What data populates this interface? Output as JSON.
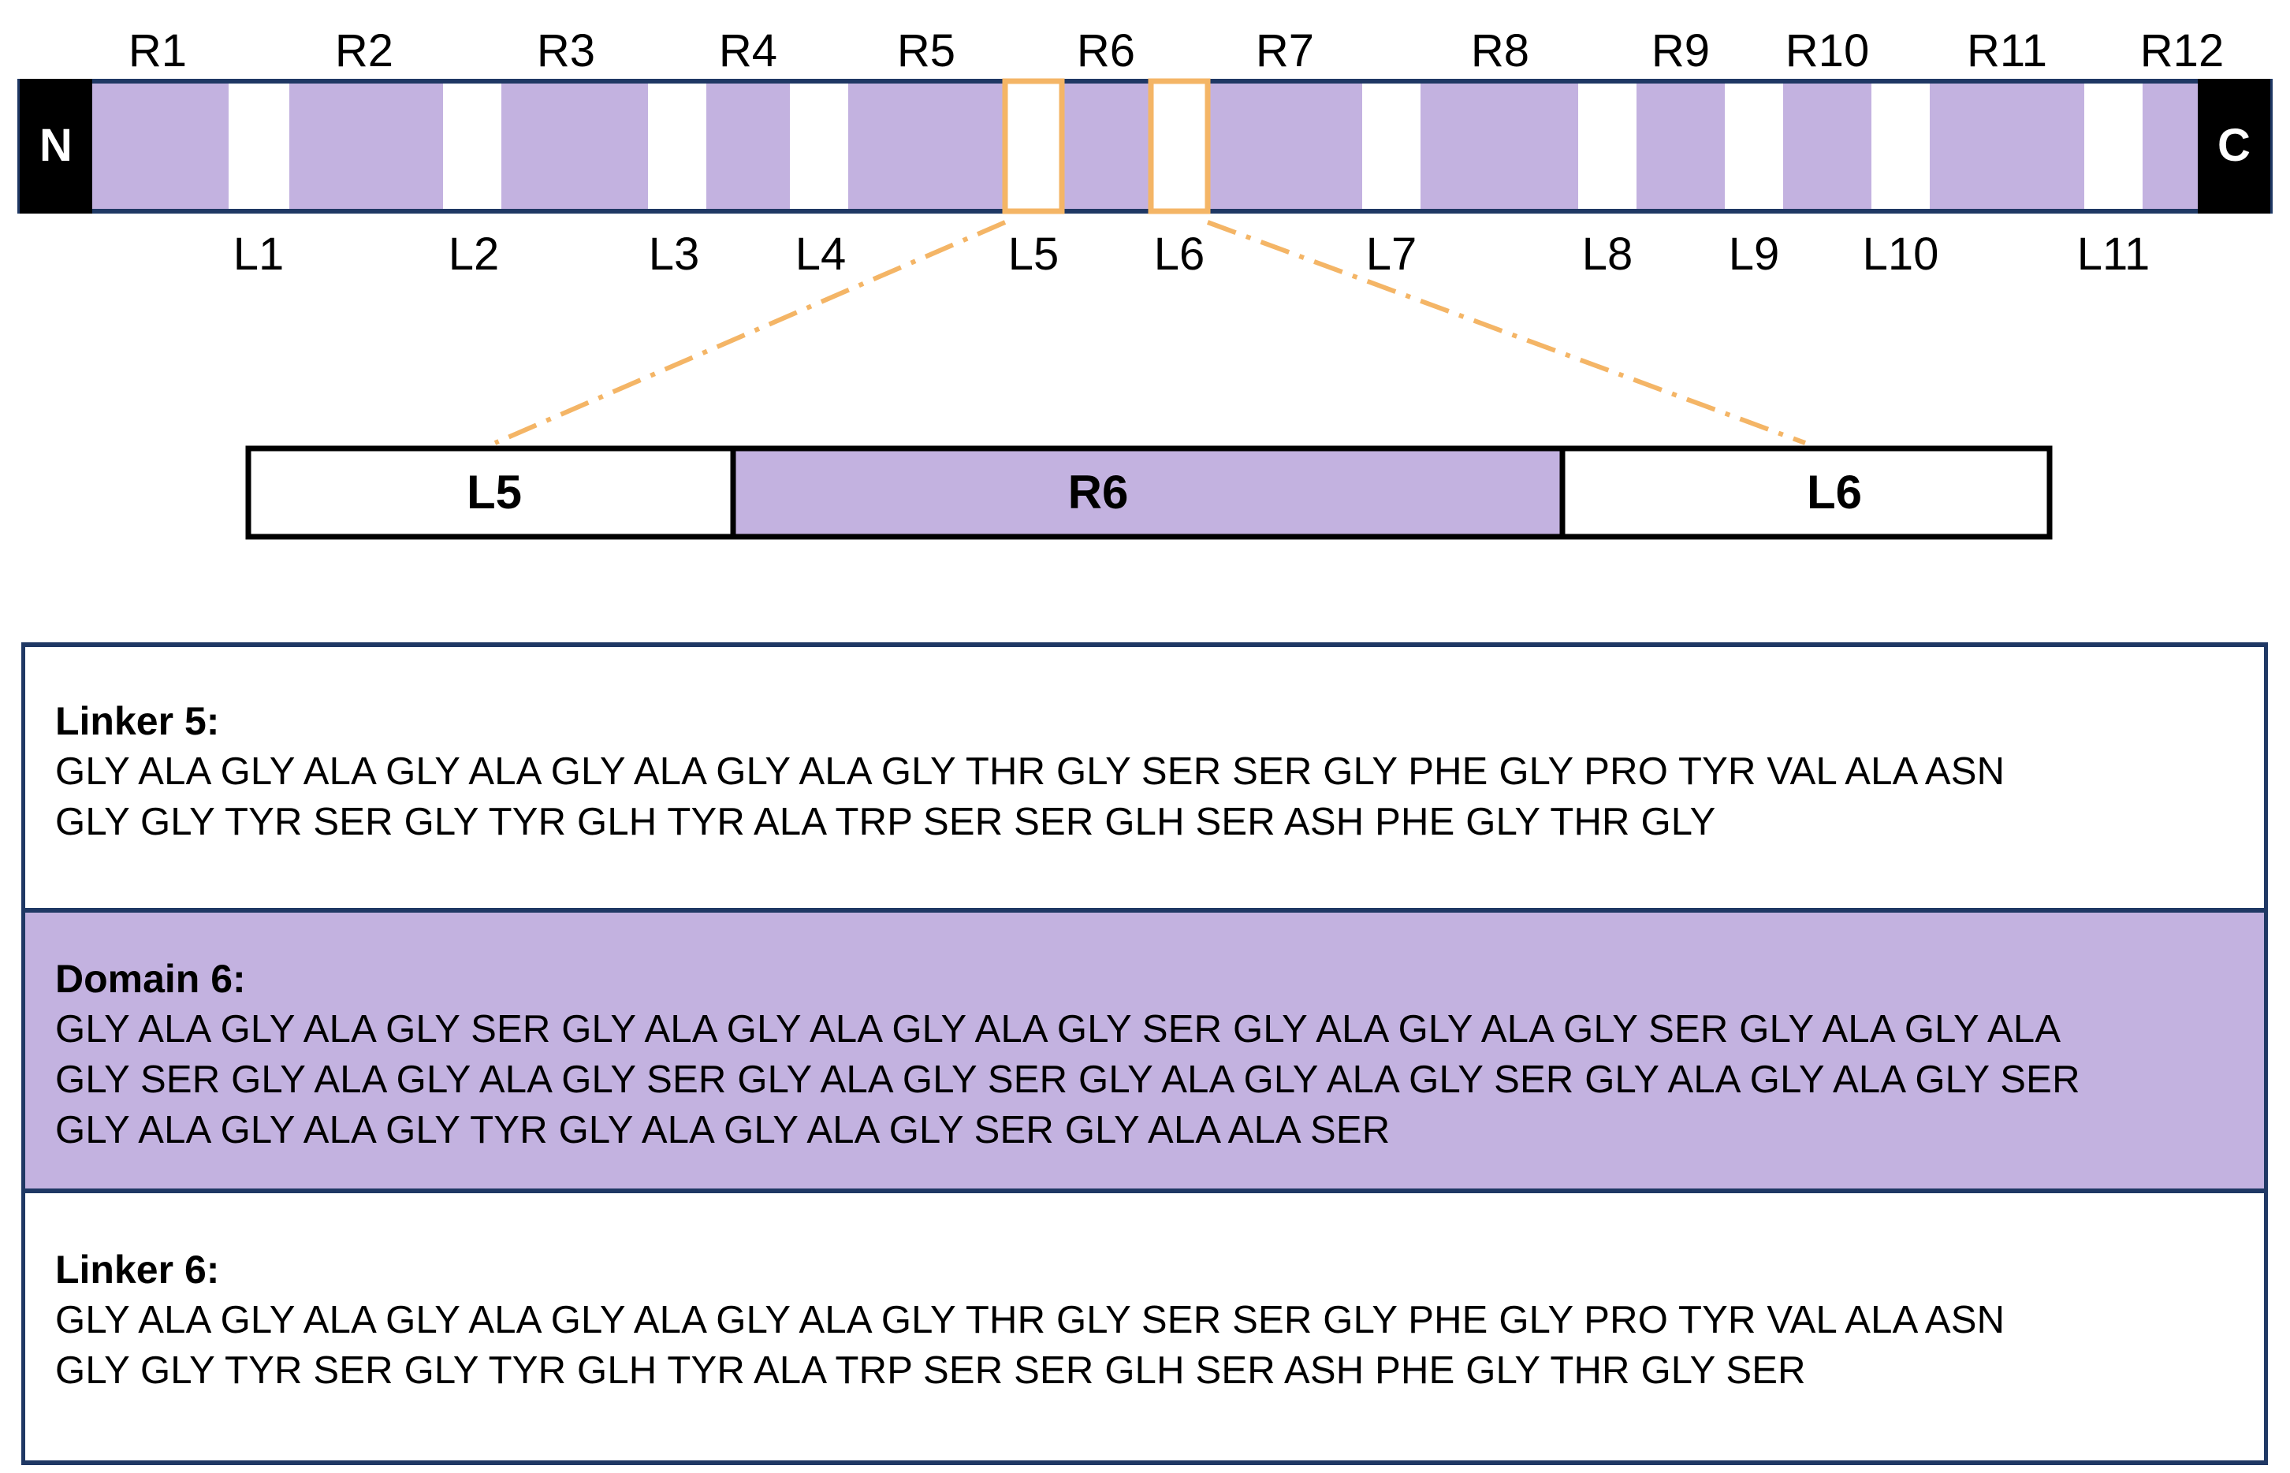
{
  "protein_bar": {
    "n_terminus": "N",
    "c_terminus": "C",
    "repeats": [
      "R1",
      "R2",
      "R3",
      "R4",
      "R5",
      "R6",
      "R7",
      "R8",
      "R9",
      "R10",
      "R11",
      "R12"
    ],
    "linkers": [
      "L1",
      "L2",
      "L3",
      "L4",
      "L5",
      "L6",
      "L7",
      "L8",
      "L9",
      "L10",
      "L11"
    ]
  },
  "zoom": {
    "segments": [
      "L5",
      "R6",
      "L6"
    ]
  },
  "colors": {
    "domain_fill": "#c3b2e0",
    "outline": "#1f3864",
    "highlight": "#f4b566",
    "terminus": "#000000"
  },
  "sequences": {
    "linker5": {
      "title": "Linker 5:",
      "lines": [
        "GLY ALA GLY ALA GLY ALA GLY ALA GLY ALA GLY THR GLY SER SER GLY PHE GLY PRO TYR VAL ALA ASN",
        "GLY GLY TYR SER GLY TYR GLH TYR ALA TRP SER SER GLH SER ASH PHE GLY THR GLY"
      ]
    },
    "domain6": {
      "title": "Domain 6:",
      "lines": [
        "GLY ALA GLY ALA GLY SER GLY ALA GLY ALA GLY ALA GLY SER GLY ALA GLY ALA GLY SER GLY ALA GLY ALA",
        "GLY SER GLY ALA GLY ALA GLY SER GLY ALA GLY SER GLY ALA GLY ALA GLY SER GLY ALA GLY ALA GLY SER",
        "GLY ALA GLY ALA GLY TYR GLY ALA GLY ALA GLY SER GLY ALA ALA SER"
      ]
    },
    "linker6": {
      "title": "Linker 6:",
      "lines": [
        "GLY ALA GLY ALA GLY ALA GLY ALA GLY ALA GLY THR GLY SER SER GLY PHE GLY PRO TYR VAL ALA ASN",
        "GLY GLY TYR SER GLY TYR GLH TYR ALA TRP SER SER GLH SER ASH PHE GLY THR GLY SER"
      ]
    }
  }
}
